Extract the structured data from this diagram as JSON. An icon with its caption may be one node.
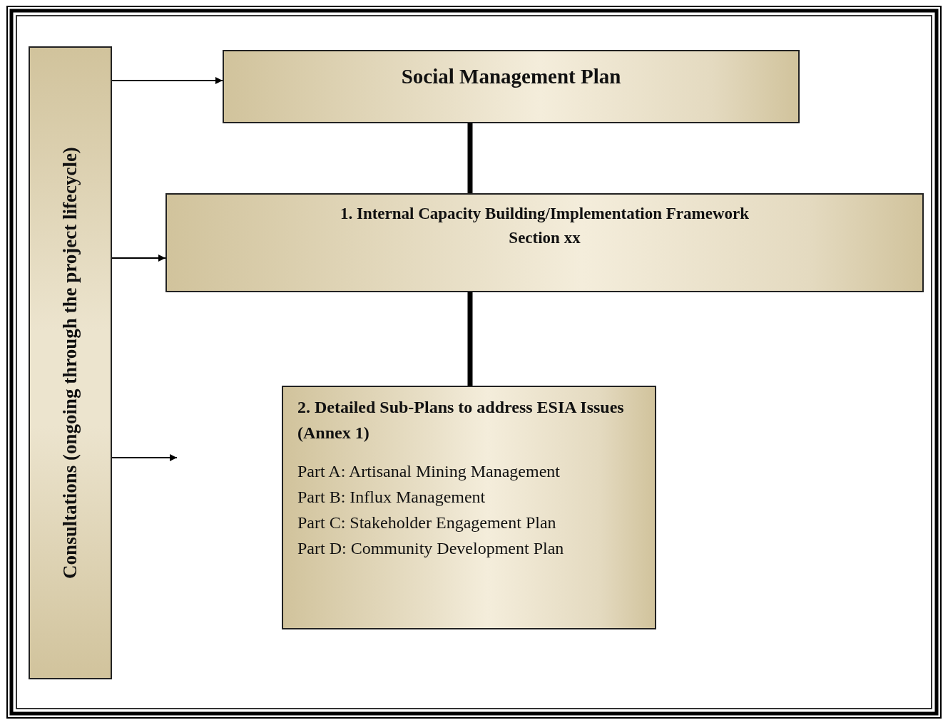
{
  "diagram": {
    "nodes": [
      {
        "text": [
          "Consultations (ongoing through the project lifecycle)"
        ]
      },
      {
        "text": [
          "Social Management Plan"
        ]
      },
      {
        "text": [
          "1. Internal Capacity Building/Implementation Framework",
          "Section xx"
        ]
      },
      {
        "text": [
          "2. Detailed Sub-Plans to address ESIA Issues (Annex 1)",
          "Part A: Artisanal Mining Management",
          "Part B: Influx Management",
          "Part C: Stakeholder Engagement Plan",
          "Part D: Community Development Plan"
        ]
      }
    ],
    "edges": [
      {
        "from": 0,
        "to": 1,
        "arrow": "to"
      },
      {
        "from": 0,
        "to": 2,
        "arrow": "to"
      },
      {
        "from": 0,
        "to": null,
        "arrow": "to"
      },
      {
        "from": 1,
        "to": 2,
        "arrow": "none",
        "style": "thick"
      },
      {
        "from": 2,
        "to": 3,
        "arrow": "none",
        "style": "thick"
      }
    ]
  }
}
